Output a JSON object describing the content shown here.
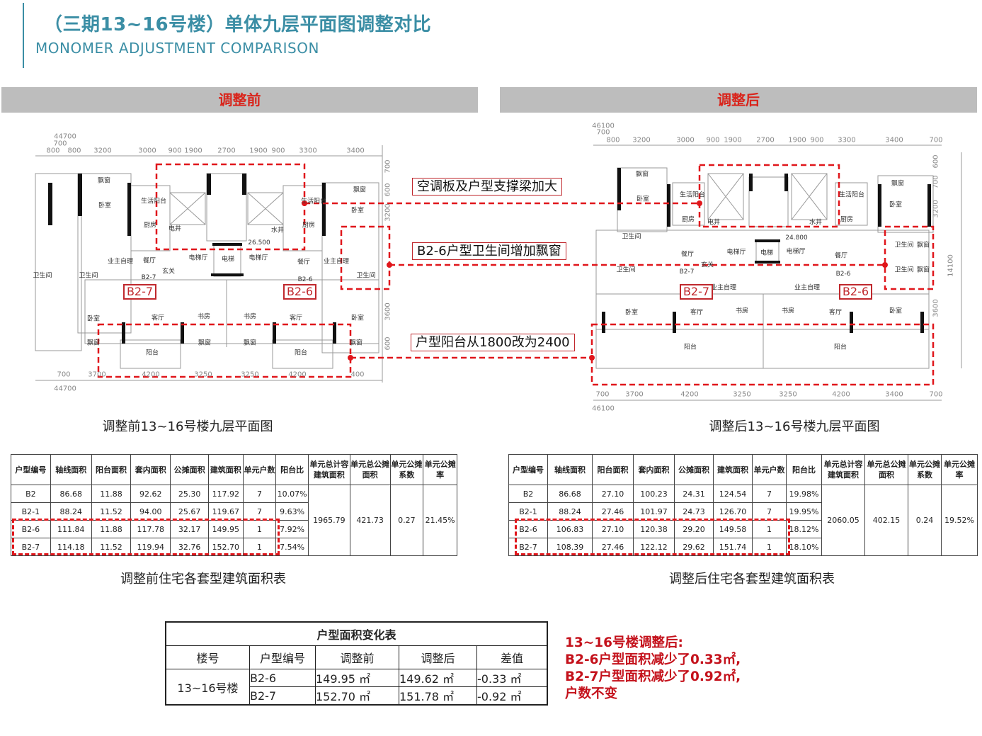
{
  "header": {
    "title": "（三期13~16号楼）单体九层平面图调整对比",
    "subtitle": "MONOMER ADJUSTMENT COMPARISON"
  },
  "colors": {
    "accent": "#3b8ea5",
    "highlight": "#e0161b",
    "bar": "#bdbdbd"
  },
  "before": {
    "heading": "调整前",
    "caption": "调整前13~16号楼九层平面图",
    "plan": {
      "dims_top": [
        "44700",
        "700",
        "800",
        "800",
        "3200",
        "3000",
        "900",
        "1900",
        "2700",
        "1900",
        "900",
        "3300",
        "3400"
      ],
      "dims_bottom": [
        "700",
        "3700",
        "4200",
        "3250",
        "3250",
        "4200",
        "400",
        "44700"
      ],
      "dims_side": [
        "700",
        "600",
        "3200",
        "3600",
        "600"
      ],
      "rooms": [
        "飘窗",
        "卧室",
        "生活阳台",
        "厨房",
        "电井",
        "水井",
        "生活阳台",
        "厨房",
        "飘窗",
        "卧室",
        "餐厅",
        "玄关",
        "电梯厅",
        "电梯",
        "电梯厅",
        "餐厅",
        "卫生间",
        "卫生间",
        "卫生间",
        "B2-7",
        "B2-6",
        "客厅",
        "书房",
        "书房",
        "客厅",
        "卧室",
        "卧室",
        "阳台",
        "阳台",
        "飘窗",
        "飘窗",
        "飘窗",
        "飘窗",
        "26.500",
        "业主自理",
        "业主自理"
      ],
      "unit_tags": [
        "B2-7",
        "B2-6"
      ]
    },
    "table": {
      "headers": [
        "户型编号",
        "轴线面积",
        "阳台面积",
        "套内面积",
        "公摊面积",
        "建筑面积",
        "单元户数",
        "阳台比",
        "单元总计容建筑面积",
        "单元总公摊面积",
        "单元公摊系数",
        "单元公摊率"
      ],
      "rows": [
        [
          "B2",
          "86.68",
          "11.88",
          "92.62",
          "25.30",
          "117.92",
          "7",
          "10.07%"
        ],
        [
          "B2-1",
          "88.24",
          "11.52",
          "94.00",
          "25.67",
          "119.67",
          "7",
          "9.63%"
        ],
        [
          "B2-6",
          "111.84",
          "11.88",
          "117.78",
          "32.17",
          "149.95",
          "1",
          "7.92%"
        ],
        [
          "B2-7",
          "114.18",
          "11.52",
          "119.94",
          "32.76",
          "152.70",
          "1",
          "7.54%"
        ]
      ],
      "totals": [
        "1965.79",
        "421.73",
        "0.27",
        "21.45%"
      ],
      "caption": "调整前住宅各套型建筑面积表"
    }
  },
  "after": {
    "heading": "调整后",
    "caption": "调整后13~16号楼九层平面图",
    "plan": {
      "dims_top": [
        "46100",
        "700",
        "800",
        "3200",
        "3000",
        "900",
        "1900",
        "2700",
        "1900",
        "900",
        "3300",
        "3400",
        "700"
      ],
      "dims_bottom": [
        "700",
        "3700",
        "4200",
        "3250",
        "3250",
        "4200",
        "3400",
        "700",
        "46100"
      ],
      "dims_side": [
        "600",
        "700",
        "3200",
        "3600",
        "14100"
      ],
      "rooms": [
        "飘窗",
        "卧室",
        "生活阳台",
        "厨房",
        "电井",
        "水井",
        "生活阳台",
        "厨房",
        "飘窗",
        "卧室",
        "卫生间",
        "餐厅",
        "电梯厅",
        "电梯",
        "电梯厅",
        "餐厅",
        "卫生间",
        "飘窗",
        "卫生间",
        "飘窗",
        "卫生间",
        "B2-7",
        "玄关",
        "B2-6",
        "卧室",
        "客厅",
        "书房",
        "书房",
        "客厅",
        "卧室",
        "阳台",
        "阳台",
        "24.800",
        "业主自理",
        "业主自理"
      ],
      "unit_tags": [
        "B2-7",
        "B2-6"
      ]
    },
    "table": {
      "headers": [
        "户型编号",
        "轴线面积",
        "阳台面积",
        "套内面积",
        "公摊面积",
        "建筑面积",
        "单元户数",
        "阳台比",
        "单元总计容建筑面积",
        "单元总公摊面积",
        "单元公摊系数",
        "单元公摊率"
      ],
      "rows": [
        [
          "B2",
          "86.68",
          "27.10",
          "100.23",
          "24.31",
          "124.54",
          "7",
          "19.98%"
        ],
        [
          "B2-1",
          "88.24",
          "27.46",
          "101.97",
          "24.73",
          "126.70",
          "7",
          "19.95%"
        ],
        [
          "B2-6",
          "106.83",
          "27.10",
          "120.38",
          "29.20",
          "149.58",
          "1",
          "18.12%"
        ],
        [
          "B2-7",
          "108.39",
          "27.46",
          "122.12",
          "29.62",
          "151.74",
          "1",
          "18.10%"
        ]
      ],
      "totals": [
        "2060.05",
        "402.15",
        "0.24",
        "19.52%"
      ],
      "caption": "调整后住宅各套型建筑面积表"
    }
  },
  "callouts": [
    "空调板及户型支撑梁加大",
    "B2-6户型卫生间增加飘窗",
    "户型阳台从1800改为2400"
  ],
  "change_table": {
    "title": "户型面积变化表",
    "headers": [
      "楼号",
      "户型编号",
      "调整前",
      "调整后",
      "差值"
    ],
    "building": "13~16号楼",
    "rows": [
      [
        "B2-6",
        "149.95 ㎡",
        "149.62 ㎡",
        "-0.33 ㎡"
      ],
      [
        "B2-7",
        "152.70 ㎡",
        "151.78 ㎡",
        "-0.92 ㎡"
      ]
    ]
  },
  "summary": [
    "13~16号楼调整后:",
    "B2-6户型面积减少了0.33㎡,",
    "B2-7户型面积减少了0.92㎡,",
    "户数不变"
  ]
}
